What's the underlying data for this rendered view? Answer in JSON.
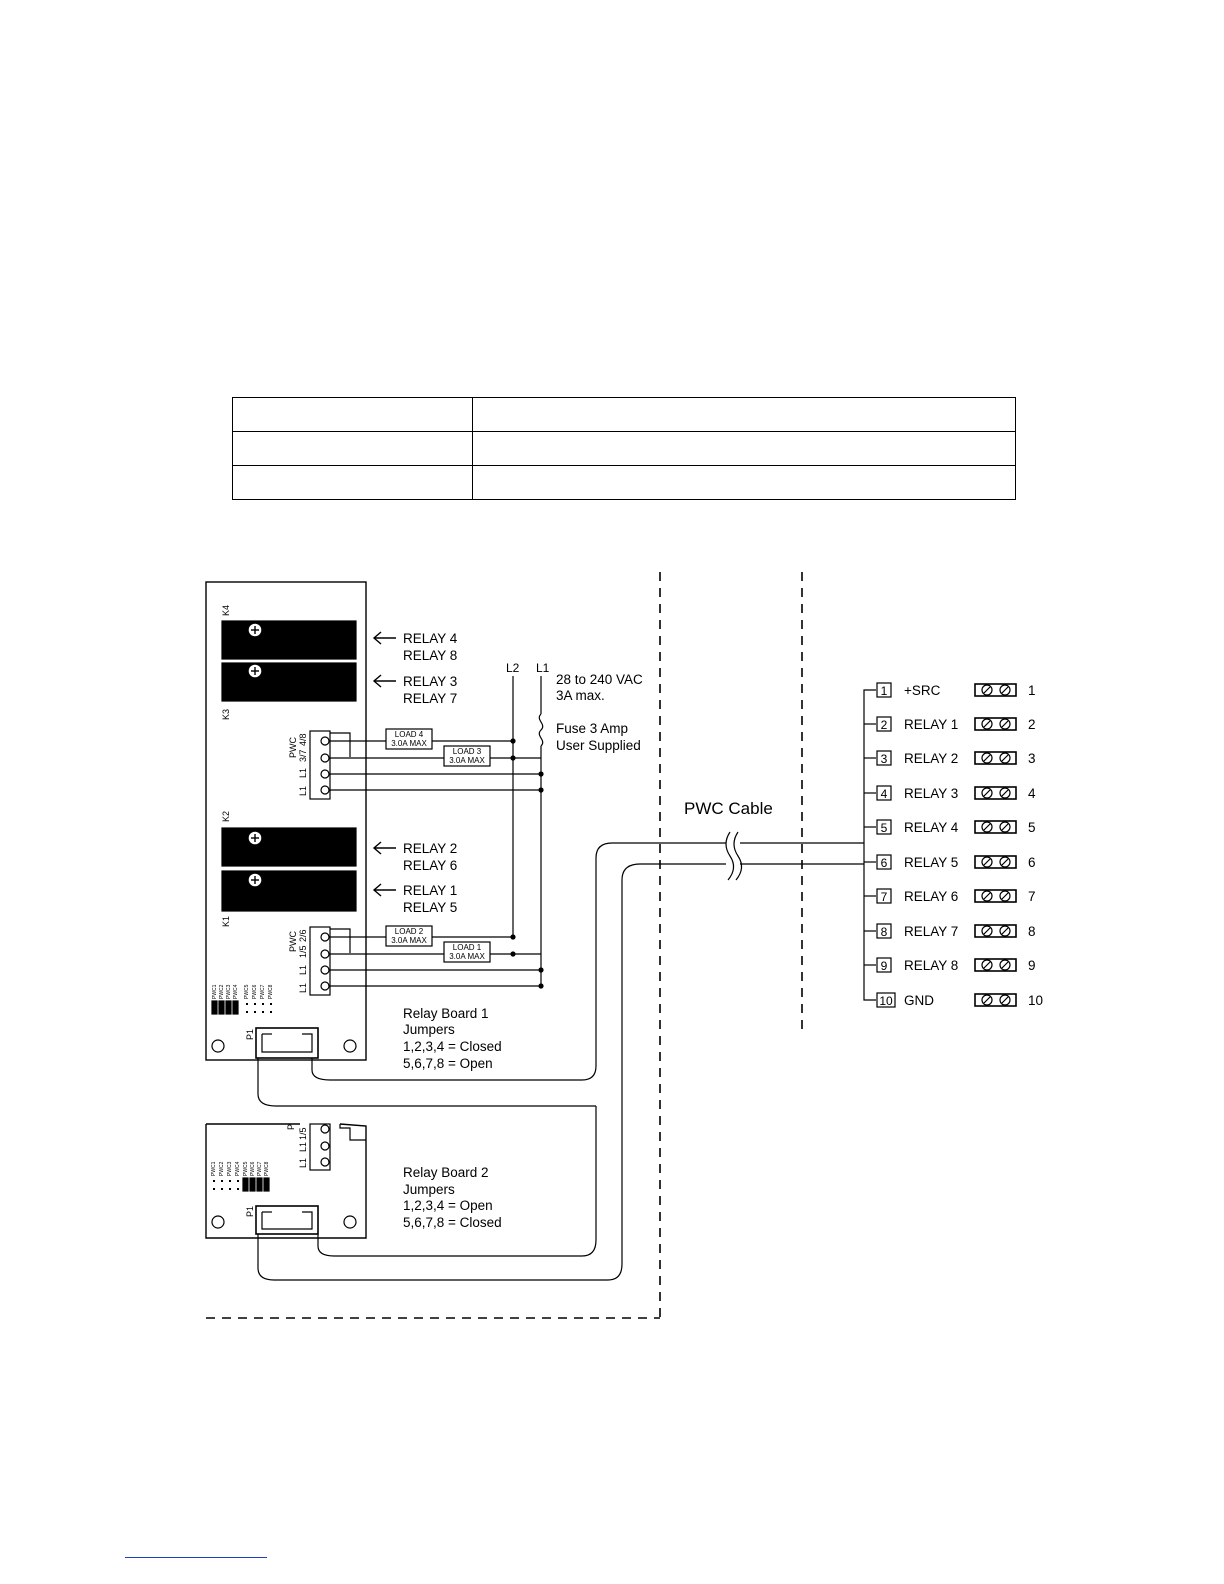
{
  "table": {
    "rows": [
      [
        "",
        ""
      ],
      [
        "",
        ""
      ],
      [
        "",
        ""
      ]
    ]
  },
  "boards": {
    "board1": {
      "k4": "K4",
      "k3": "K3",
      "k2": "K2",
      "k1": "K1",
      "pwc_label": "PWC",
      "upper_terminal_labels": [
        "3/7",
        "4/8",
        "L1",
        "L1"
      ],
      "lower_terminal_labels": [
        "1/5",
        "2/6",
        "L1",
        "L1"
      ],
      "jumper_labels": [
        "PWC1",
        "PWC2",
        "PWC3",
        "PWC4",
        "PWC5",
        "PWC6",
        "PWC7",
        "PWC8"
      ],
      "p1": "P1",
      "title": "Relay Board 1",
      "jumpers_title": "Jumpers",
      "closed_text": "1,2,3,4 = Closed",
      "open_text": "5,6,7,8 = Open"
    },
    "board2": {
      "p_label": "P",
      "terminal_labels": [
        "L1",
        "L1",
        "1/5"
      ],
      "jumper_labels": [
        "PWC1",
        "PWC2",
        "PWC3",
        "PWC4",
        "PWC5",
        "PWC6",
        "PWC7",
        "PWC8"
      ],
      "p1": "P1",
      "title": "Relay Board 2",
      "jumpers_title": "Jumpers",
      "open_text": "1,2,3,4 = Open",
      "closed_text": "5,6,7,8 = Closed"
    }
  },
  "relay_arrows": [
    [
      "RELAY 4",
      "RELAY 8"
    ],
    [
      "RELAY 3",
      "RELAY 7"
    ],
    [
      "RELAY 2",
      "RELAY 6"
    ],
    [
      "RELAY 1",
      "RELAY 5"
    ]
  ],
  "loads": [
    {
      "name": "LOAD 4",
      "rating": "3.0A MAX"
    },
    {
      "name": "LOAD 3",
      "rating": "3.0A MAX"
    },
    {
      "name": "LOAD 2",
      "rating": "3.0A MAX"
    },
    {
      "name": "LOAD 1",
      "rating": "3.0A MAX"
    }
  ],
  "supply": {
    "l2": "L2",
    "l1": "L1",
    "voltage": "28 to 240 VAC",
    "current": "3A max.",
    "fuse": "Fuse 3 Amp",
    "fuse_note": "User Supplied"
  },
  "cable_label": "PWC Cable",
  "terminal_block": [
    {
      "num": "1",
      "label": "+SRC",
      "right": "1"
    },
    {
      "num": "2",
      "label": "RELAY 1",
      "right": "2"
    },
    {
      "num": "3",
      "label": "RELAY 2",
      "right": "3"
    },
    {
      "num": "4",
      "label": "RELAY 3",
      "right": "4"
    },
    {
      "num": "5",
      "label": "RELAY 4",
      "right": "5"
    },
    {
      "num": "6",
      "label": "RELAY 5",
      "right": "6"
    },
    {
      "num": "7",
      "label": "RELAY 6",
      "right": "7"
    },
    {
      "num": "8",
      "label": "RELAY 7",
      "right": "8"
    },
    {
      "num": "9",
      "label": "RELAY 8",
      "right": "9"
    },
    {
      "num": "10",
      "label": "GND",
      "right": "10"
    }
  ]
}
